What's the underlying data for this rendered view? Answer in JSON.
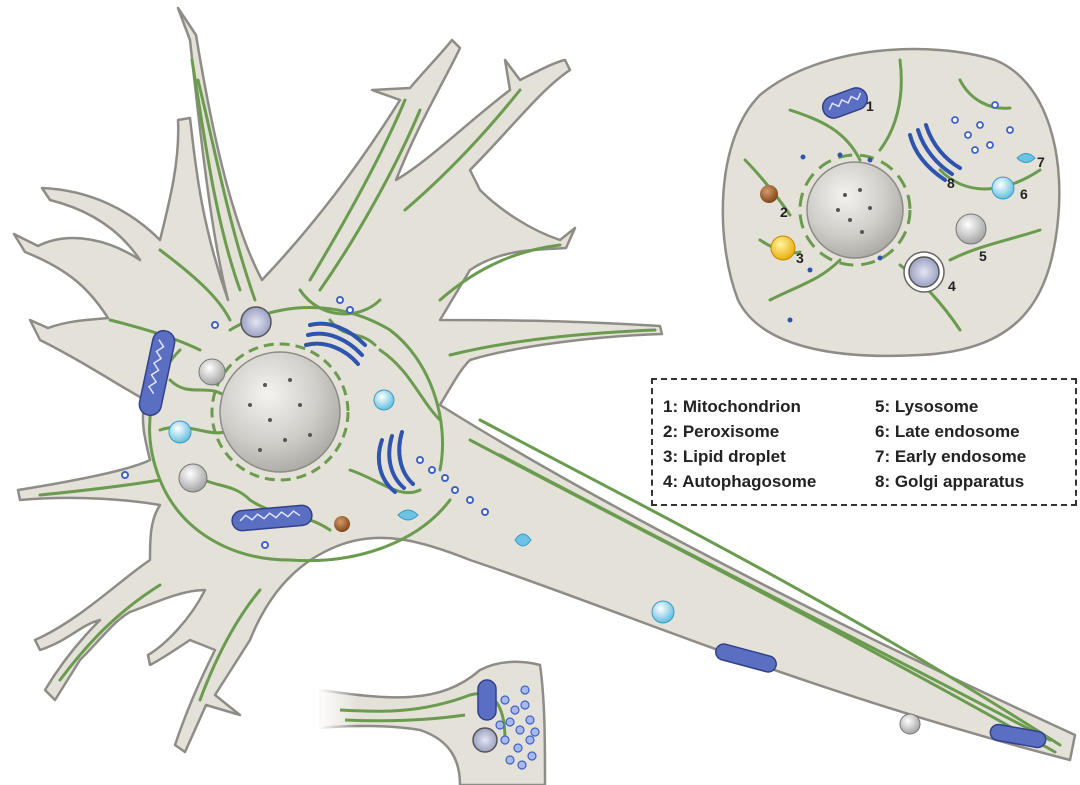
{
  "legend": {
    "items": [
      {
        "number": "1",
        "text": "1: Mitochondrion"
      },
      {
        "number": "2",
        "text": "2: Peroxisome"
      },
      {
        "number": "3",
        "text": "3: Lipid droplet"
      },
      {
        "number": "4",
        "text": "4: Autophagosome"
      },
      {
        "number": "5",
        "text": "5: Lysosome"
      },
      {
        "number": "6",
        "text": "6: Late endosome"
      },
      {
        "number": "7",
        "text": "7: Early endosome"
      },
      {
        "number": "8",
        "text": "8: Golgi apparatus"
      }
    ]
  },
  "colors": {
    "cytoplasm": "#e4e1d9",
    "membrane_outline": "#8e8c86",
    "er_network": "#6a9b4f",
    "mitochondrion": "#5b6fc2",
    "golgi": "#2f54b0",
    "vesicle": "#3f62c4",
    "peroxisome": "#9a5a2a",
    "lipid_droplet": "#f0c020",
    "early_endosome": "#6cc3e6",
    "lysosome": "#cfcfcf",
    "nucleus": "#d3d1cc"
  }
}
